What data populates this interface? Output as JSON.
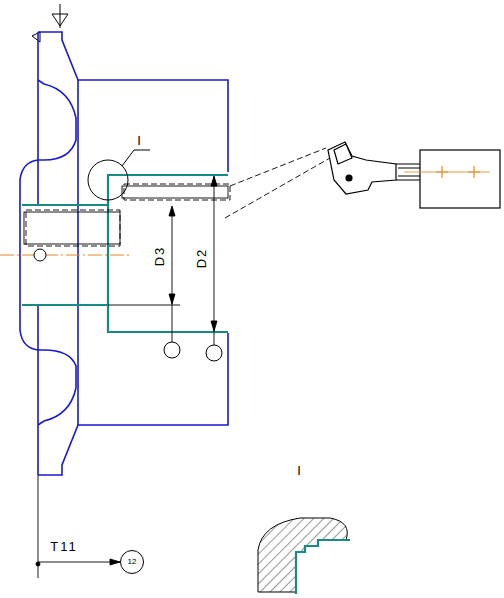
{
  "diagram": {
    "nodes": [
      {
        "text": [
          "12"
        ]
      }
    ],
    "labels": [
      "I",
      "D3",
      "D2",
      "T11",
      "I"
    ]
  }
}
